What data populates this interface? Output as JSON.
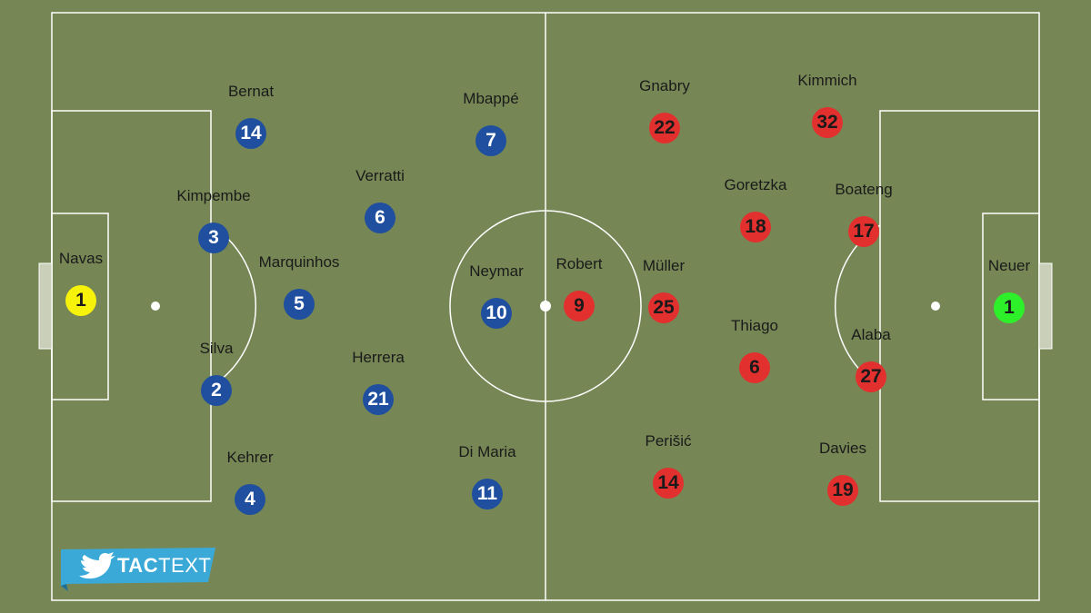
{
  "colors": {
    "grass": "#768755",
    "lines": "#ffffff",
    "psg": "#1f4f9e",
    "bayern": "#e2302f",
    "psg_keeper": "#f6f20a",
    "bayern_keeper": "#2ef02a",
    "logo_blue": "#3aa9d8"
  },
  "logo": {
    "brand_bold": "TAC",
    "brand_light": "TEXT",
    "icon": "twitter-bird-icon"
  },
  "players": [
    {
      "name": "Navas",
      "number": "1",
      "team": "gk-home"
    },
    {
      "name": "Bernat",
      "number": "14",
      "team": "psg"
    },
    {
      "name": "Kimpembe",
      "number": "3",
      "team": "psg"
    },
    {
      "name": "Silva",
      "number": "2",
      "team": "psg"
    },
    {
      "name": "Kehrer",
      "number": "4",
      "team": "psg"
    },
    {
      "name": "Marquinhos",
      "number": "5",
      "team": "psg"
    },
    {
      "name": "Verratti",
      "number": "6",
      "team": "psg"
    },
    {
      "name": "Herrera",
      "number": "21",
      "team": "psg"
    },
    {
      "name": "Mbappé",
      "number": "7",
      "team": "psg"
    },
    {
      "name": "Neymar",
      "number": "10",
      "team": "psg"
    },
    {
      "name": "Di Maria",
      "number": "11",
      "team": "psg"
    },
    {
      "name": "Robert",
      "number": "9",
      "team": "bay"
    },
    {
      "name": "Müller",
      "number": "25",
      "team": "bay"
    },
    {
      "name": "Gnabry",
      "number": "22",
      "team": "bay"
    },
    {
      "name": "Perišić",
      "number": "14",
      "team": "bay"
    },
    {
      "name": "Goretzka",
      "number": "18",
      "team": "bay"
    },
    {
      "name": "Thiago",
      "number": "6",
      "team": "bay"
    },
    {
      "name": "Kimmich",
      "number": "32",
      "team": "bay"
    },
    {
      "name": "Boateng",
      "number": "17",
      "team": "bay"
    },
    {
      "name": "Alaba",
      "number": "27",
      "team": "bay"
    },
    {
      "name": "Davies",
      "number": "19",
      "team": "bay"
    },
    {
      "name": "Neuer",
      "number": "1",
      "team": "gk-away"
    }
  ]
}
